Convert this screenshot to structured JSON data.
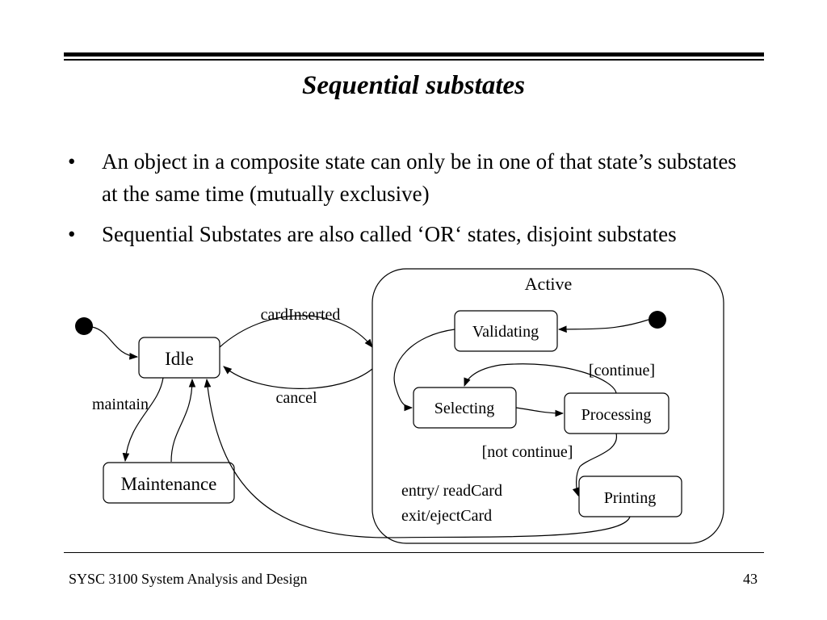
{
  "slide": {
    "title": "Sequential substates",
    "bullets": [
      {
        "marker": "•",
        "text": "An object in a composite state can only be in one of that state’s substates at the same time (mutually exclusive)"
      },
      {
        "marker": "•",
        "text": "Sequential Substates are also called ‘OR‘ states, disjoint substates"
      }
    ],
    "footer": {
      "course": "SYSC 3100 System Analysis and Design",
      "page": "43"
    }
  },
  "diagram": {
    "composite_state": "Active",
    "states": {
      "idle": "Idle",
      "maintenance": "Maintenance",
      "validating": "Validating",
      "selecting": "Selecting",
      "processing": "Processing",
      "printing": "Printing"
    },
    "transitions": {
      "card_inserted": "cardInserted",
      "cancel": "cancel",
      "maintain": "maintain",
      "continue": "[continue]",
      "not_continue": "[not continue]"
    },
    "actions": {
      "entry": "entry/ readCard",
      "exit": "exit/ejectCard"
    }
  }
}
